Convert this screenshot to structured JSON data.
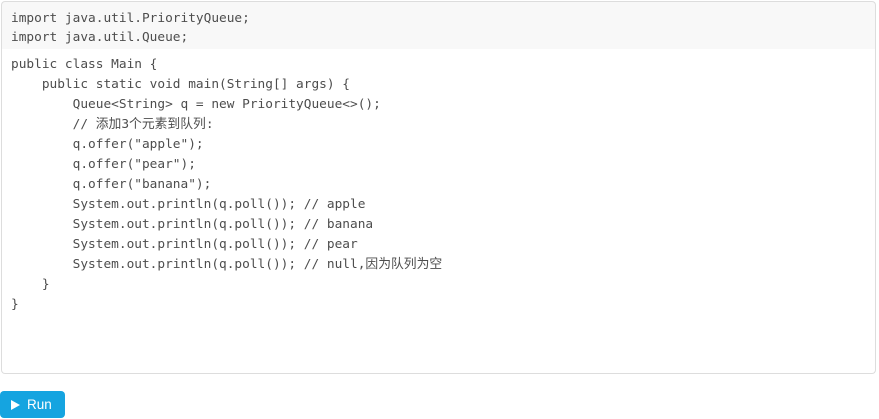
{
  "editor": {
    "imports": [
      "import java.util.PriorityQueue;",
      "import java.util.Queue;"
    ],
    "code": [
      "public class Main {",
      "    public static void main(String[] args) {",
      "        Queue<String> q = new PriorityQueue<>();",
      "        // 添加3个元素到队列:",
      "        q.offer(\"apple\");",
      "        q.offer(\"pear\");",
      "        q.offer(\"banana\");",
      "        System.out.println(q.poll()); // apple",
      "        System.out.println(q.poll()); // banana",
      "        System.out.println(q.poll()); // pear",
      "        System.out.println(q.poll()); // null,因为队列为空",
      "    }",
      "}"
    ],
    "language": "java"
  },
  "toolbar": {
    "run_label": "Run",
    "run_icon": "play-icon"
  },
  "colors": {
    "accent": "#15a4e0",
    "code_text": "#4d4d4d",
    "imports_background": "#f8f8f8",
    "code_background": "#ffffff",
    "panel_border": "#dddddd"
  }
}
